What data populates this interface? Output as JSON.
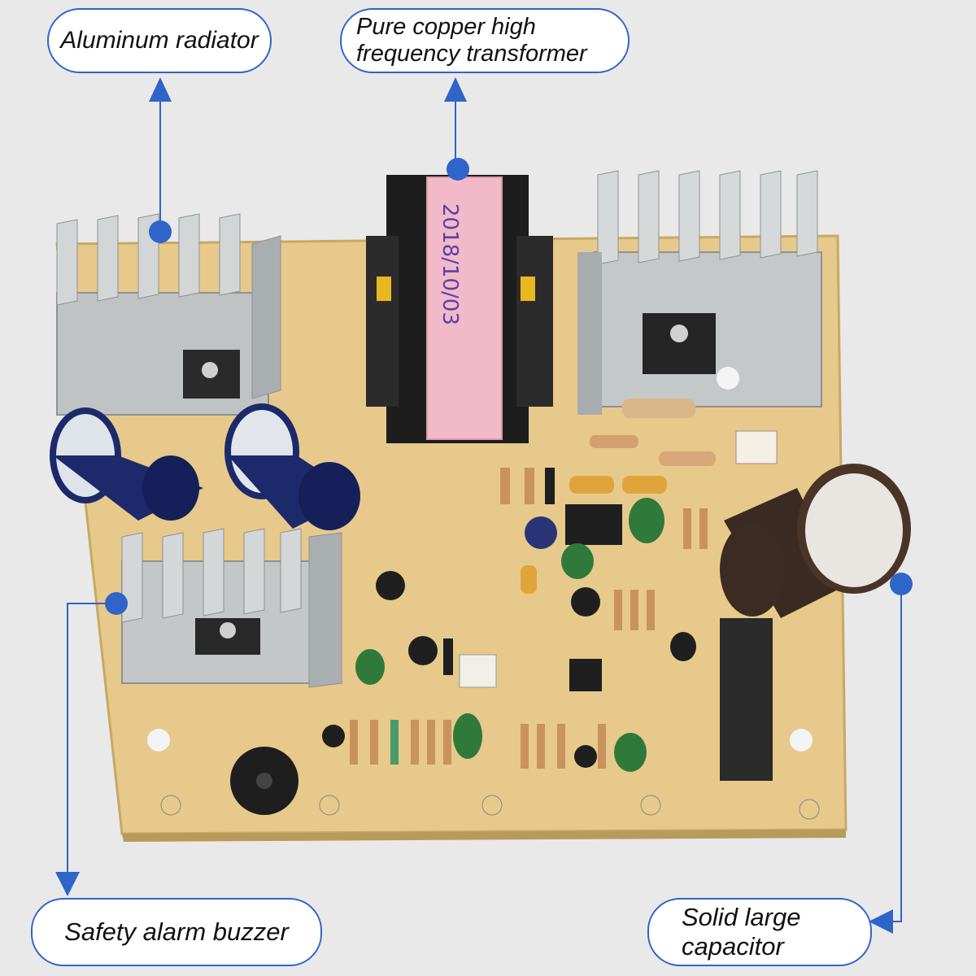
{
  "callouts": {
    "radiator": "Aluminum radiator",
    "transformer_line1": "Pure copper high",
    "transformer_line2": "frequency transformer",
    "buzzer": "Safety alarm buzzer",
    "capacitor_line1": "Solid large",
    "capacitor_line2": "capacitor"
  },
  "transformer_marking": "2018/10/03",
  "colors": {
    "accent": "#2f64c9",
    "board": "#e7c98b",
    "heatsink": "#bfc3c4",
    "capacitor": "#1c2a6b"
  }
}
